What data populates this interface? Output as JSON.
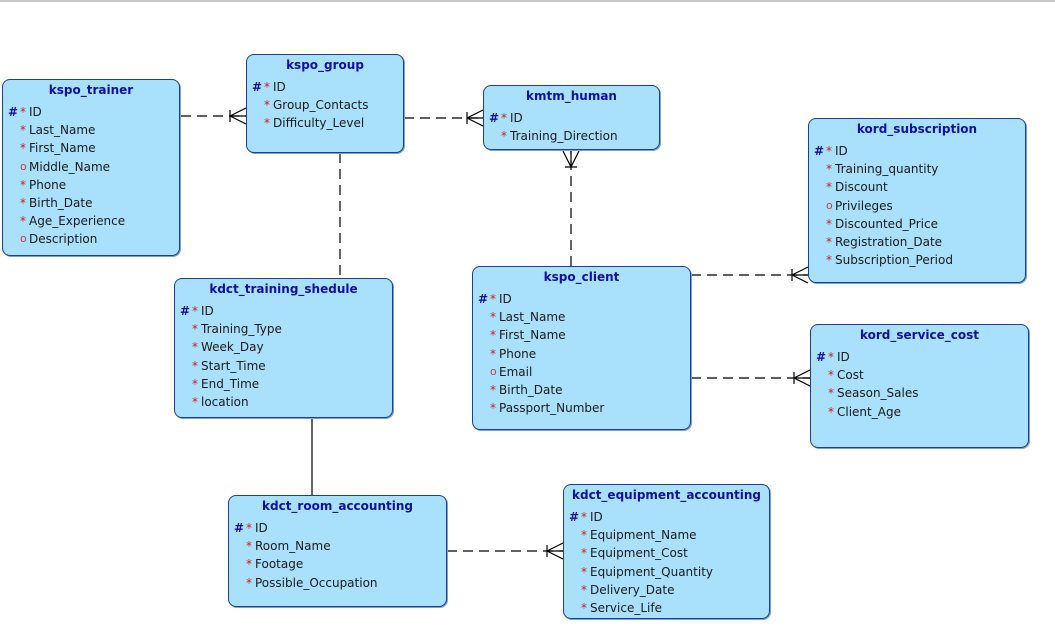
{
  "diagram": {
    "entities": [
      {
        "id": "kspo_trainer",
        "name": "kspo_trainer",
        "attributes": [
          {
            "name": "ID",
            "pk": true,
            "mark": "*"
          },
          {
            "name": "Last_Name",
            "pk": false,
            "mark": "*"
          },
          {
            "name": "First_Name",
            "pk": false,
            "mark": "*"
          },
          {
            "name": "Middle_Name",
            "pk": false,
            "mark": "o"
          },
          {
            "name": "Phone",
            "pk": false,
            "mark": "*"
          },
          {
            "name": "Birth_Date",
            "pk": false,
            "mark": "*"
          },
          {
            "name": "Age_Experience",
            "pk": false,
            "mark": "*"
          },
          {
            "name": "Description",
            "pk": false,
            "mark": "o"
          }
        ]
      },
      {
        "id": "kspo_group",
        "name": "kspo_group",
        "attributes": [
          {
            "name": "ID",
            "pk": true,
            "mark": "*"
          },
          {
            "name": "Group_Contacts",
            "pk": false,
            "mark": "*"
          },
          {
            "name": "Difficulty_Level",
            "pk": false,
            "mark": "*"
          }
        ]
      },
      {
        "id": "kmtm_human",
        "name": "kmtm_human",
        "attributes": [
          {
            "name": "ID",
            "pk": true,
            "mark": "*"
          },
          {
            "name": "Training_Direction",
            "pk": false,
            "mark": "*"
          }
        ]
      },
      {
        "id": "kord_subscription",
        "name": "kord_subscription",
        "attributes": [
          {
            "name": "ID",
            "pk": true,
            "mark": "*"
          },
          {
            "name": "Training_quantity",
            "pk": false,
            "mark": "*"
          },
          {
            "name": "Discount",
            "pk": false,
            "mark": "*"
          },
          {
            "name": "Privileges",
            "pk": false,
            "mark": "o"
          },
          {
            "name": "Discounted_Price",
            "pk": false,
            "mark": "*"
          },
          {
            "name": "Registration_Date",
            "pk": false,
            "mark": "*"
          },
          {
            "name": "Subscription_Period",
            "pk": false,
            "mark": "*"
          }
        ]
      },
      {
        "id": "kdct_training_shedule",
        "name": "kdct_training_shedule",
        "attributes": [
          {
            "name": "ID",
            "pk": true,
            "mark": "*"
          },
          {
            "name": "Training_Type",
            "pk": false,
            "mark": "*"
          },
          {
            "name": "Week_Day",
            "pk": false,
            "mark": "*"
          },
          {
            "name": "Start_Time",
            "pk": false,
            "mark": "*"
          },
          {
            "name": "End_Time",
            "pk": false,
            "mark": "*"
          },
          {
            "name": "location",
            "pk": false,
            "mark": "*"
          }
        ]
      },
      {
        "id": "kspo_client",
        "name": "kspo_client",
        "attributes": [
          {
            "name": "ID",
            "pk": true,
            "mark": "*"
          },
          {
            "name": "Last_Name",
            "pk": false,
            "mark": "*"
          },
          {
            "name": "First_Name",
            "pk": false,
            "mark": "*"
          },
          {
            "name": "Phone",
            "pk": false,
            "mark": "*"
          },
          {
            "name": "Email",
            "pk": false,
            "mark": "o"
          },
          {
            "name": "Birth_Date",
            "pk": false,
            "mark": "*"
          },
          {
            "name": "Passport_Number",
            "pk": false,
            "mark": "*"
          }
        ]
      },
      {
        "id": "kord_service_cost",
        "name": "kord_service_cost",
        "attributes": [
          {
            "name": "ID",
            "pk": true,
            "mark": "*"
          },
          {
            "name": "Cost",
            "pk": false,
            "mark": "*"
          },
          {
            "name": "Season_Sales",
            "pk": false,
            "mark": "*"
          },
          {
            "name": "Client_Age",
            "pk": false,
            "mark": "*"
          }
        ]
      },
      {
        "id": "kdct_room_accounting",
        "name": "kdct_room_accounting",
        "attributes": [
          {
            "name": "ID",
            "pk": true,
            "mark": "*"
          },
          {
            "name": "Room_Name",
            "pk": false,
            "mark": "*"
          },
          {
            "name": "Footage",
            "pk": false,
            "mark": "*"
          },
          {
            "name": "Possible_Occupation",
            "pk": false,
            "mark": "*"
          }
        ]
      },
      {
        "id": "kdct_equipment_accounting",
        "name": "kdct_equipment_accounting",
        "attributes": [
          {
            "name": "ID",
            "pk": true,
            "mark": "*"
          },
          {
            "name": "Equipment_Name",
            "pk": false,
            "mark": "*"
          },
          {
            "name": "Equipment_Cost",
            "pk": false,
            "mark": "*"
          },
          {
            "name": "Equipment_Quantity",
            "pk": false,
            "mark": "*"
          },
          {
            "name": "Delivery_Date",
            "pk": false,
            "mark": "*"
          },
          {
            "name": "Service_Life",
            "pk": false,
            "mark": "*"
          }
        ]
      }
    ],
    "relationships": [
      {
        "from": "kspo_trainer",
        "to": "kspo_group",
        "to_cardinality": "many",
        "line": "dashed"
      },
      {
        "from": "kspo_group",
        "to": "kmtm_human",
        "to_cardinality": "many",
        "line": "dashed"
      },
      {
        "from": "kspo_client",
        "to": "kmtm_human",
        "to_cardinality": "many",
        "line": "dashed"
      },
      {
        "from": "kspo_client",
        "to": "kord_subscription",
        "to_cardinality": "many",
        "line": "dashed"
      },
      {
        "from": "kspo_client",
        "to": "kord_service_cost",
        "to_cardinality": "many",
        "line": "dashed"
      },
      {
        "from": "kspo_group",
        "to": "kdct_training_shedule",
        "to_cardinality": "one",
        "line": "dashed"
      },
      {
        "from": "kdct_training_shedule",
        "to": "kdct_room_accounting",
        "to_cardinality": "one",
        "line": "solid"
      },
      {
        "from": "kdct_room_accounting",
        "to": "kdct_equipment_accounting",
        "to_cardinality": "many",
        "line": "dashed"
      }
    ]
  },
  "colors": {
    "entity_fill": "#a9e0fb",
    "entity_border": "#1f3d9a",
    "title_text": "#1010a8",
    "required_marker": "#d21a1a",
    "line": "#000000"
  }
}
